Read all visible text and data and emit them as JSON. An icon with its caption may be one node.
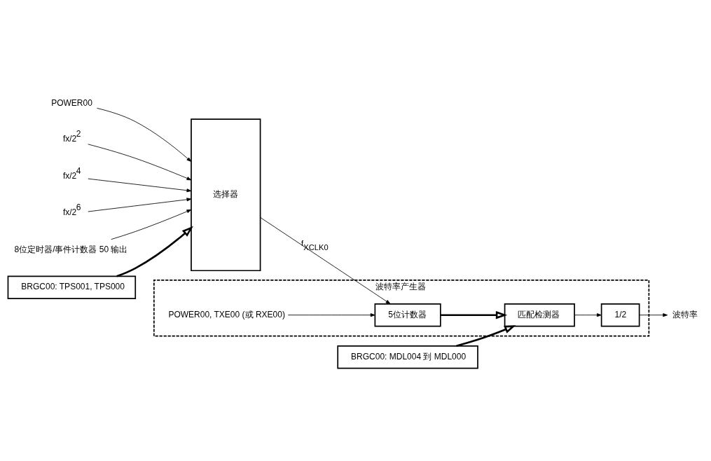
{
  "diagram": {
    "nodes": [
      {
        "text": [
          "POWER00"
        ]
      },
      {
        "text": [
          "fx/2$^{2}$"
        ]
      },
      {
        "text": [
          "fx/2$^{4}$"
        ]
      },
      {
        "text": [
          "fx/2$^{6}$"
        ]
      },
      {
        "text": [
          "8位定时器/事件计数器 50 输出"
        ]
      },
      {
        "text": [
          "选择器"
        ]
      },
      {
        "text": [
          "波特率产生器"
        ]
      },
      {
        "text": [
          "POWER00, TXE00 (或 RXE00)"
        ],
        "in": 6
      },
      {
        "text": [
          "5位计数器"
        ],
        "in": 6
      },
      {
        "text": [
          "匹配检测器"
        ],
        "in": 6
      },
      {
        "text": [
          "1/2"
        ],
        "in": 6
      },
      {
        "text": [
          "波特率"
        ]
      },
      {
        "text": [
          "BRGC00: TPS001, TPS000"
        ]
      },
      {
        "text": [
          "BRGC00: MDL004 到 MDL000"
        ]
      }
    ],
    "edges": [
      {
        "from": 0,
        "to": 5,
        "arrow": "to"
      },
      {
        "from": 1,
        "to": 5,
        "arrow": "to"
      },
      {
        "from": 2,
        "to": 5,
        "arrow": "to"
      },
      {
        "from": 3,
        "to": 5,
        "arrow": "to"
      },
      {
        "from": 4,
        "to": 5,
        "arrow": "to"
      },
      {
        "from": 5,
        "to": 8,
        "arrow": "to",
        "label": "f$_{XCLK0}$"
      },
      {
        "from": 7,
        "to": 8,
        "arrow": "to"
      },
      {
        "from": 8,
        "to": 9,
        "arrow": "to",
        "style": "thick"
      },
      {
        "from": 9,
        "to": 10,
        "arrow": "to"
      },
      {
        "from": 10,
        "to": 11,
        "arrow": "to"
      },
      {
        "from": 12,
        "to": 5,
        "arrow": "to",
        "style": "thick"
      },
      {
        "from": 13,
        "to": 9,
        "arrow": "to",
        "style": "thick"
      }
    ]
  }
}
